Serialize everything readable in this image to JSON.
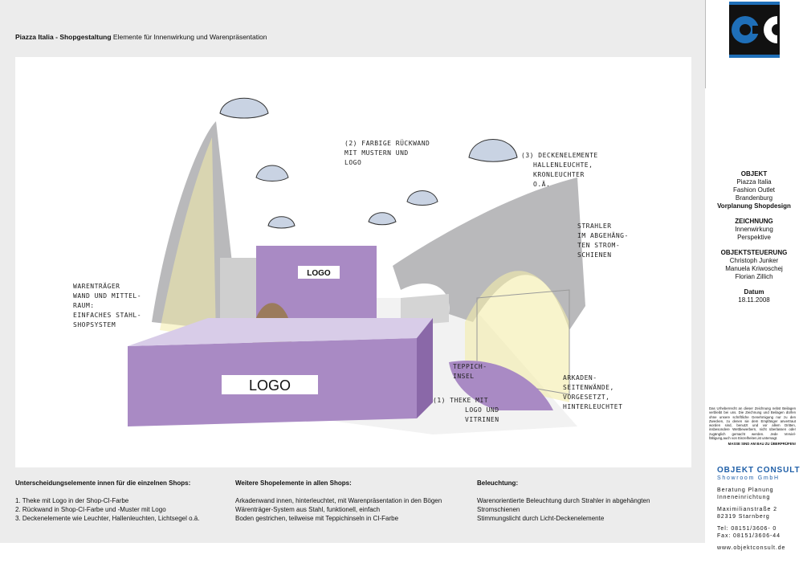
{
  "header": {
    "project": "Piazza Italia",
    "separator": "-",
    "section": "Shopgestaltung",
    "description": "Elemente für Innenwirkung und Warenpräsentation"
  },
  "sketch": {
    "logo_back": "LOGO",
    "logo_counter": "LOGO",
    "notes": [
      "(2) FARBIGE RÜCKWAND",
      "MIT MUSTERN UND",
      "LOGO",
      "(3) DECKENELEMENTE",
      "HALLENLEUCHTE,",
      "KRONLEUCHTER",
      "O.Ä.",
      "WARENTRÄGER",
      "WAND UND MITTEL-",
      "RAUM:",
      "EINFACHES STAHL-",
      "SHOPSYSTEM",
      "STRAHLER",
      "IM ABGEHÄNG-",
      "TEN STROM-",
      "SCHIENEN",
      "TEPPICH-",
      "INSEL",
      "(1) THEKE MIT",
      "LOGO UND",
      "VITRINEN",
      "ARKADEN-",
      "SEITENWÄNDE,",
      "VORGESETZT,",
      "HINTERLEUCHTET"
    ],
    "colors": {
      "purple": "#a98ac4",
      "purple_dark": "#8a68a8",
      "grey": "#b9b9bb",
      "lamp": "#c9d3e3",
      "glow": "#f4ecaa"
    }
  },
  "columns": [
    {
      "heading": "Unterscheidungselemente innen für die einzelnen Shops:",
      "lines": [
        "1. Theke mit Logo in der Shop-CI-Farbe",
        "2. Rückwand in Shop-CI-Farbe und -Muster mit Logo",
        "3. Deckenelemente wie Leuchter, Hallenleuchten, Lichtsegel o.ä."
      ]
    },
    {
      "heading": "Weitere Shopelemente in allen Shops:",
      "lines": [
        "Arkadenwand innen, hinterleuchtet, mit Warenpräsentation in den Bögen",
        "Wärenträger-System aus Stahl, funktionell, einfach",
        "Boden gestrichen, teilweise mit Teppichinseln in CI-Farbe"
      ]
    },
    {
      "heading": "Beleuchtung:",
      "lines": [
        "Warenorientierte Beleuchtung durch Strahler in abgehängten",
        "Stromschienen",
        "Stimmungslicht durch Licht-Deckenelemente"
      ]
    }
  ],
  "panel": {
    "objekt_label": "OBJEKT",
    "objekt_lines": [
      "Piazza Italia",
      "Fashion Outlet",
      "Brandenburg"
    ],
    "objekt_bold": "Vorplanung Shopdesign",
    "zeichnung_label": "ZEICHNUNG",
    "zeichnung_lines": [
      "Innenwirkung",
      "Perspektive"
    ],
    "steuerung_label": "OBJEKTSTEUERUNG",
    "steuerung_lines": [
      "Christoph Junker",
      "Manuela Kriwoschej",
      "Florian Zillich"
    ],
    "datum_label": "Datum",
    "datum": "18.11.2008",
    "copyright": "Das Urheberrecht an dieser Zeichnung nebst Beilagen verbleibt bei uns. Die Zeichnung und Beilagen dürfen ohne unsere schriftliche Genehmigung nur zu den Zwecken, zu denen sie dem Empfänger anvertraut worden sind, benutzt und vor allem Dritten, insbesondere Wettbewerbern, nicht überlassen oder zugänglich gemacht werden. Jede Verviel- fältigung,auch von Einzelheiten,ist untersagt.",
    "warning": "MASSE SIND AM BAU ZU ÜBERPRÜFEN!"
  },
  "firm": {
    "name": "OBJEKT CONSULT",
    "sub": "Showroom GmbH",
    "lines": [
      "Beratung Planung",
      "Inneneinrichtung"
    ],
    "address": [
      "Maximilianstraße 2",
      "82319 Starnberg"
    ],
    "tel": "Tel: 08151/3606- 0",
    "fax": "Fax: 08151/3606-44",
    "web": "www.objektconsult.de"
  },
  "brand_colors": {
    "blue": "#1f6fb8",
    "black": "#111111"
  }
}
